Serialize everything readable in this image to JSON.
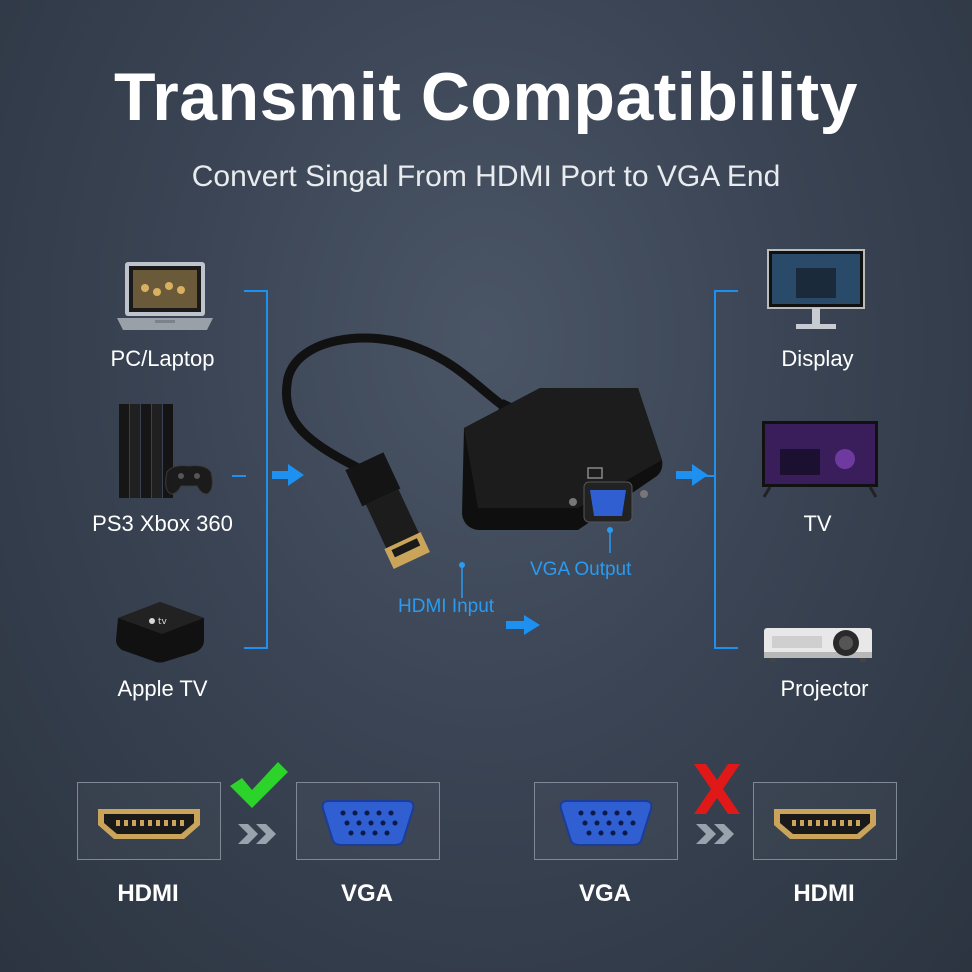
{
  "header": {
    "title": "Transmit Compatibility",
    "subtitle": "Convert Singal From HDMI Port to VGA End"
  },
  "sources": [
    {
      "label": "PC/Laptop",
      "icon": "laptop-icon"
    },
    {
      "label": "PS3 Xbox 360",
      "icon": "game-console-icon"
    },
    {
      "label": "Apple TV",
      "icon": "apple-tv-icon"
    }
  ],
  "outputs": [
    {
      "label": "Display",
      "icon": "monitor-icon"
    },
    {
      "label": "TV",
      "icon": "tv-icon"
    },
    {
      "label": "Projector",
      "icon": "projector-icon"
    }
  ],
  "adapter": {
    "input_label": "HDMI Input",
    "output_label": "VGA Output"
  },
  "compatibility": {
    "supported": {
      "from": "HDMI",
      "to": "VGA",
      "status_icon": "check-icon"
    },
    "unsupported": {
      "from": "VGA",
      "to": "HDMI",
      "status_icon": "x-icon"
    }
  },
  "colors": {
    "accent": "#1e90f0",
    "check": "#2bd32b",
    "cross": "#e01818",
    "vga_port": "#2f5fd0",
    "hdmi_port": "#c9a45a"
  }
}
